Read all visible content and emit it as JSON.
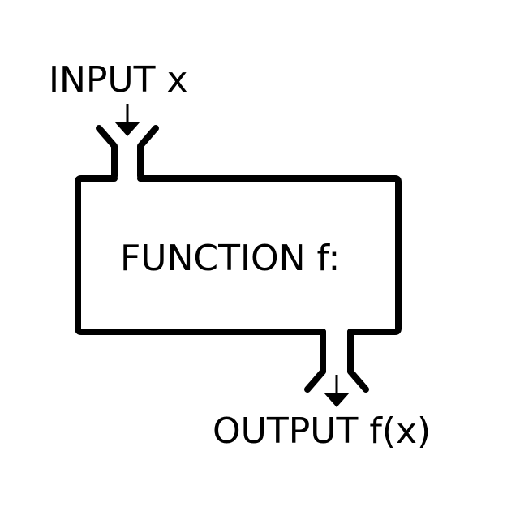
{
  "diagram": {
    "input_label": "INPUT x",
    "function_label": "FUNCTION f:",
    "output_label": "OUTPUT f(x)",
    "stroke_color": "#000000",
    "background_color": "#ffffff"
  }
}
